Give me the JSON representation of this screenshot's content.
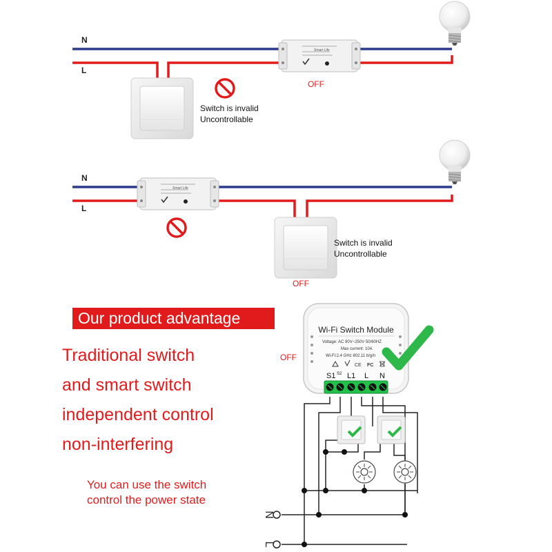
{
  "diagram1": {
    "n_label": "N",
    "l_label": "L",
    "status": "OFF",
    "switch_note_line1": "Switch is invalid",
    "switch_note_line2": "Uncontrollable",
    "module_brand": "Smart Life"
  },
  "diagram2": {
    "n_label": "N",
    "l_label": "L",
    "status": "OFF",
    "switch_note_line1": "Switch is invalid",
    "switch_note_line2": "Uncontrollable",
    "module_brand": "Smart Life"
  },
  "advantage": {
    "banner": "Our product advantage",
    "lines": [
      "Traditional switch",
      "and smart switch",
      "independent control",
      "non-interfering"
    ],
    "note_line1": "You can use the switch",
    "note_line2": "control the power state",
    "status": "OFF"
  },
  "module": {
    "title": "Wi-Fi Switch Module",
    "voltage": "Voltage: AC 90V~250V   50/60HZ",
    "current": "Max current: 10A",
    "wifi": "Wi-Fi:2.4 GHz   802.11 b/g/n",
    "terminal_labels": [
      "S1",
      "S2",
      "L1",
      "L",
      "N"
    ]
  },
  "supply": {
    "n_label": "N",
    "l_label": "L"
  },
  "colors": {
    "neutral_wire": "#2d3a8c",
    "live_wire": "#e11b1b",
    "accent_red": "#e11b1b",
    "check_green": "#2fb84a",
    "terminal_green": "#22c24a"
  }
}
